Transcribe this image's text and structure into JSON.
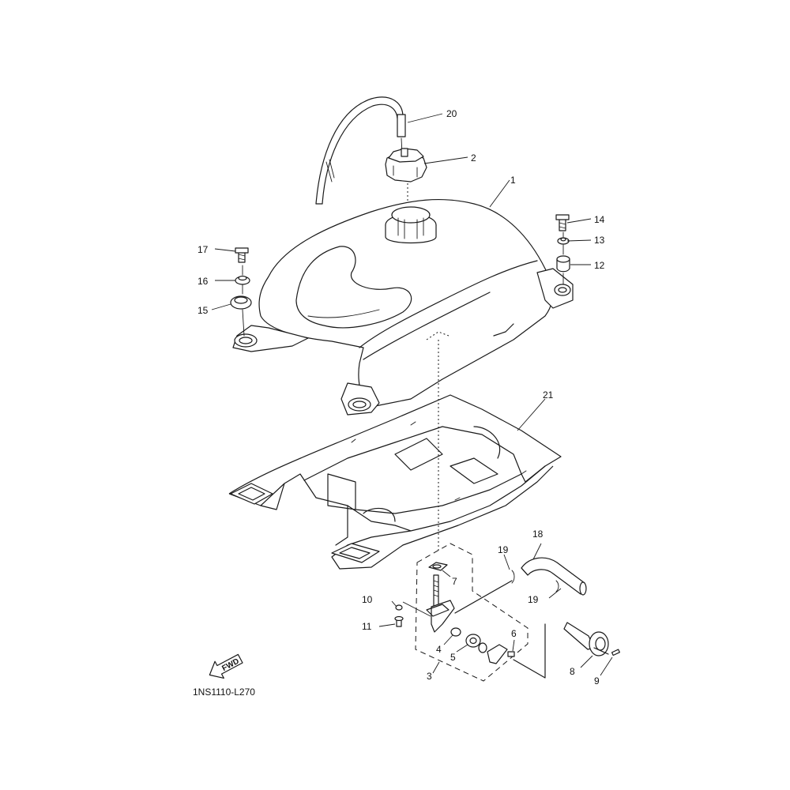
{
  "diagram_code": "1NS1110-L270",
  "fwd_label": "FWD",
  "callouts": {
    "p1": "1",
    "p2": "2",
    "p3": "3",
    "p4": "4",
    "p5": "5",
    "p6": "6",
    "p7": "7",
    "p8": "8",
    "p9": "9",
    "p10": "10",
    "p11": "11",
    "p12": "12",
    "p13": "13",
    "p14": "14",
    "p15": "15",
    "p16": "16",
    "p17": "17",
    "p18": "18",
    "p19a": "19",
    "p19b": "19",
    "p20": "20",
    "p21": "21"
  }
}
